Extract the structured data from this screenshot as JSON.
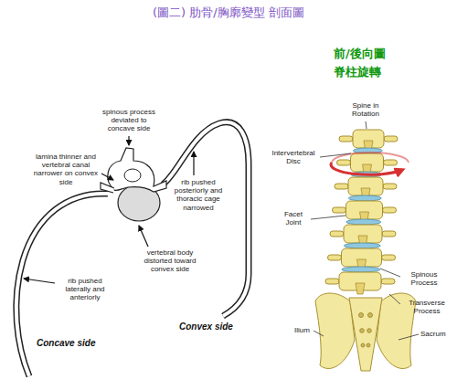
{
  "diagram": {
    "title": "(圖二) 肋骨/胸廓變型 剖面圖",
    "labels": [
      "前/後向圖",
      "脊柱旋轉",
      "spinous process deviated to concave side",
      "lamina thinner and vertebral canal narrower on convex side",
      "rib pushed posteriorly and thoracic cage narrowed",
      "vertebral body distorted toward convex side",
      "rib pushed laterally and anteriorly",
      "Concave side",
      "Convex side",
      "Spine in Rotation",
      "Intervertebral Disc",
      "Facet Joint",
      "Spinous Process",
      "Transverse Process",
      "Ilium",
      "Sacrum"
    ]
  }
}
